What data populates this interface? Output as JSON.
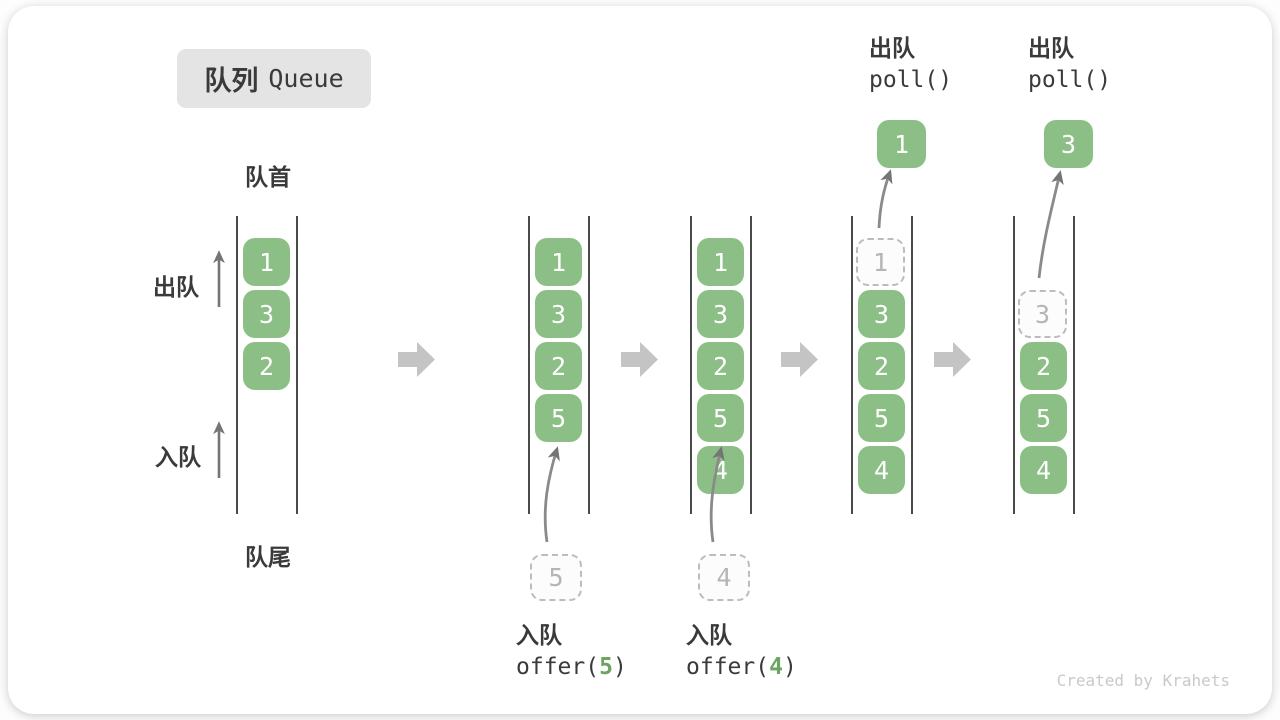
{
  "title": {
    "zh": "队列",
    "en": "Queue"
  },
  "side_labels": {
    "front": "队首",
    "rear": "队尾",
    "dequeue": "出队",
    "enqueue": "入队"
  },
  "watermark": "Created by Krahets",
  "colors": {
    "cell_green": "#8CBF86",
    "code_arg_green": "#6BA55F",
    "title_bg": "#E4E4E4",
    "queue_line": "#4A4A4A",
    "thin_arrow_gray": "#7B7B7B",
    "block_arrow_gray": "#C4C4C4",
    "dashed_border": "#BCBCBC",
    "watermark_gray": "#C9C9C9"
  },
  "states": [
    {
      "items": [
        "1",
        "3",
        "2"
      ]
    },
    {
      "items": [
        "1",
        "3",
        "2",
        "5"
      ],
      "incoming": "5",
      "op": {
        "zh": "入队",
        "code_pre": "offer(",
        "arg": "5",
        "code_post": ")"
      }
    },
    {
      "items": [
        "1",
        "3",
        "2",
        "5",
        "4"
      ],
      "incoming": "4",
      "op": {
        "zh": "入队",
        "code_pre": "offer(",
        "arg": "4",
        "code_post": ")"
      }
    },
    {
      "items": [
        "3",
        "2",
        "5",
        "4"
      ],
      "removed": "1",
      "out": "1",
      "op": {
        "zh": "出队",
        "code": "poll()"
      }
    },
    {
      "items": [
        "2",
        "5",
        "4"
      ],
      "removed": "3",
      "out": "3",
      "op": {
        "zh": "出队",
        "code": "poll()"
      }
    }
  ]
}
